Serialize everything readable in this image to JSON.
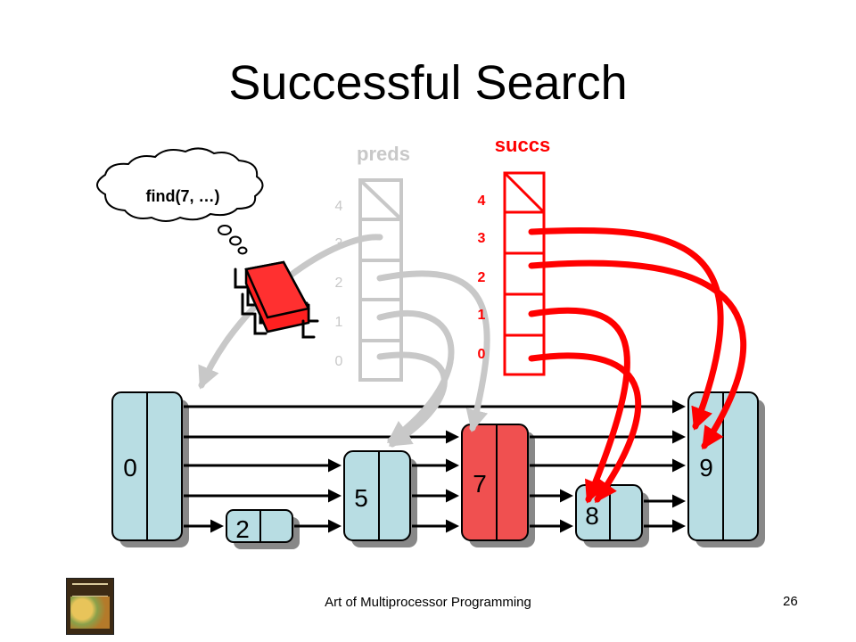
{
  "slide": {
    "title": "Successful Search",
    "footer_text": "Art of Multiprocessor Programming",
    "page_number": "26"
  },
  "thought_bubble": {
    "text": "find(7, …)"
  },
  "preds": {
    "label": "preds",
    "levels": [
      "4",
      "3",
      "2",
      "1",
      "0"
    ]
  },
  "succs": {
    "label": "succs",
    "levels": [
      "4",
      "3",
      "2",
      "1",
      "0"
    ]
  },
  "nodes": [
    "0",
    "2",
    "5",
    "7",
    "8",
    "9"
  ],
  "colors": {
    "node_fill": "#b8dde3",
    "found_node_fill": "#f05050",
    "succs_red": "#ff0000",
    "preds_gray": "#c8c8c8",
    "thread_red": "#ff2020"
  },
  "icons": {
    "thread": "thread-bug-icon",
    "bubble": "thought-bubble-icon"
  }
}
